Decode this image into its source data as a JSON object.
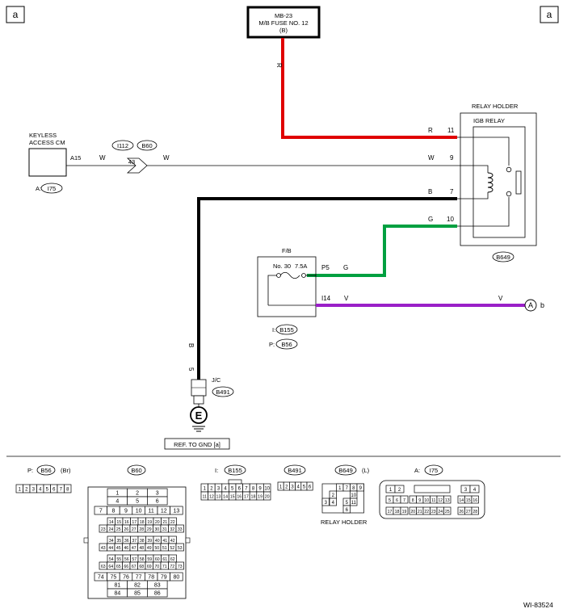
{
  "page_tags": {
    "left": "a",
    "right": "a"
  },
  "fuse_box": {
    "line1": "MB-23",
    "line2": "M/B FUSE NO. 12",
    "line3": "(B)"
  },
  "wire_colors": {
    "red": "#e00000",
    "green": "#00a040",
    "violet": "#9a1fc8",
    "black": "#000000"
  },
  "wires": {
    "fuse_wire": "R",
    "relay_r_color": "R",
    "relay_r_pin": "11",
    "relay_w_color": "W",
    "relay_w_pin": "9",
    "relay_b_color": "B",
    "relay_b_pin": "7",
    "relay_g_color": "G",
    "relay_g_pin": "10",
    "keyless_w1": "W",
    "keyless_w2": "W",
    "fb_p5": "P5",
    "fb_g": "G",
    "fb_i14": "I14",
    "fb_v1": "V",
    "fb_v2": "V",
    "ground_pin": "5",
    "ground_color": "B"
  },
  "keyless": {
    "line1": "KEYLESS",
    "line2": "ACCESS CM",
    "pin": "A15",
    "conn_prefix": "A:",
    "conn": "I75"
  },
  "inline_conn": {
    "left": "I112",
    "right": "B60",
    "pin": "43"
  },
  "relay_holder": {
    "title": "RELAY HOLDER",
    "relay": "IGB RELAY",
    "conn": "B649"
  },
  "fb": {
    "title": "F/B",
    "fuse_label": "No. 30",
    "fuse_rating": "7.5A",
    "conn1_prefix": "I:",
    "conn1": "B155",
    "conn2_prefix": "P:",
    "conn2": "B56"
  },
  "connector_A": {
    "letter": "A",
    "suffix": "b"
  },
  "jc": {
    "label": "J/C",
    "conn": "B491"
  },
  "ground": {
    "symbol": "E",
    "ref": "REF. TO GND  [a]"
  },
  "connectors": {
    "b56": {
      "prefix": "P:",
      "name": "B56",
      "note": "(Br)",
      "pins": [
        "1",
        "2",
        "3",
        "4",
        "5",
        "6",
        "7",
        "8"
      ]
    },
    "b60": {
      "name": "B60",
      "rows": [
        [
          "1",
          "2",
          "3"
        ],
        [
          "4",
          "5",
          "6"
        ],
        [
          "7",
          "8",
          "9",
          "10",
          "11",
          "12",
          "13"
        ],
        [
          "14",
          "15",
          "16",
          "17",
          "18",
          "19",
          "20",
          "21",
          "22"
        ],
        [
          "23",
          "24",
          "25",
          "26",
          "27",
          "28",
          "29",
          "30",
          "31",
          "32",
          "33"
        ],
        [
          "34",
          "35",
          "36",
          "37",
          "38",
          "39",
          "40",
          "41",
          "42"
        ],
        [
          "43",
          "44",
          "45",
          "46",
          "47",
          "48",
          "49",
          "50",
          "51",
          "52",
          "53"
        ],
        [
          "54",
          "55",
          "56",
          "57",
          "58",
          "59",
          "60",
          "61",
          "62"
        ],
        [
          "63",
          "64",
          "65",
          "66",
          "67",
          "68",
          "69",
          "70",
          "71",
          "72",
          "73"
        ],
        [
          "74",
          "75",
          "76",
          "77",
          "78",
          "79",
          "80"
        ],
        [
          "81",
          "82",
          "83"
        ],
        [
          "84",
          "85",
          "86"
        ]
      ]
    },
    "b155": {
      "prefix": "I:",
      "name": "B155",
      "row1": [
        "1",
        "2",
        "3",
        "4",
        "5",
        "6",
        "7",
        "8",
        "9",
        "10"
      ],
      "row2": [
        "11",
        "12",
        "13",
        "14",
        "15",
        "16",
        "17",
        "18",
        "19",
        "20"
      ]
    },
    "b491": {
      "name": "B491",
      "pins": [
        "1",
        "2",
        "3",
        "4",
        "5",
        "6"
      ]
    },
    "b649": {
      "name": "B649",
      "note": "(L)",
      "caption": "RELAY HOLDER",
      "pins": [
        "1",
        "7",
        "8",
        "9",
        "2",
        "10",
        "3",
        "4",
        "5",
        "11",
        "6"
      ]
    },
    "i75": {
      "prefix": "A:",
      "name": "I75",
      "row1": [
        "1",
        "2",
        "3",
        "4"
      ],
      "row2": [
        "5",
        "6",
        "7",
        "8",
        "9",
        "10",
        "11",
        "12",
        "13",
        "14",
        "15",
        "16"
      ],
      "row3": [
        "17",
        "18",
        "19",
        "20",
        "21",
        "22",
        "23",
        "24",
        "25",
        "26",
        "27",
        "28"
      ]
    }
  },
  "figure_id": "WI-83524"
}
